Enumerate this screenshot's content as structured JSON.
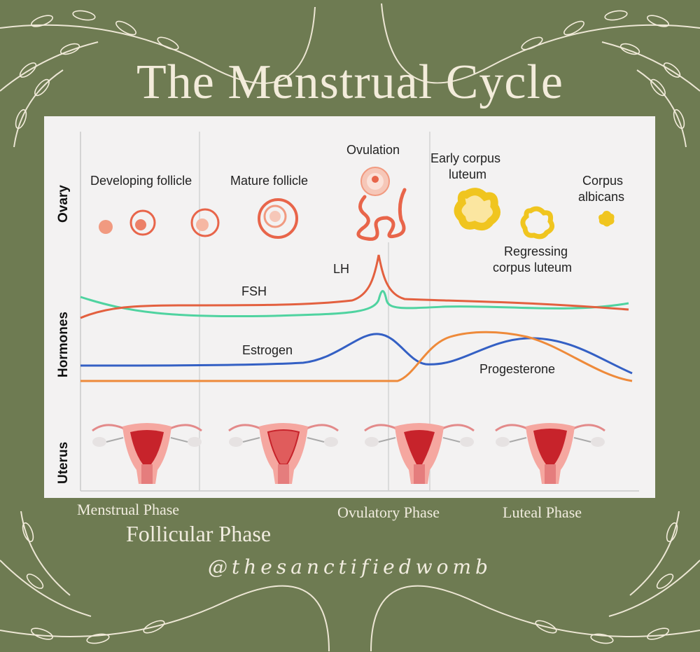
{
  "title": "The Menstrual Cycle",
  "row_labels": {
    "ovary": "Ovary",
    "hormones": "Hormones",
    "uterus": "Uterus"
  },
  "ovary_labels": {
    "developing": "Developing follicle",
    "mature": "Mature follicle",
    "ovulation": "Ovulation",
    "early_corpus_1": "Early corpus",
    "early_corpus_2": "luteum",
    "corpus_albicans_1": "Corpus",
    "corpus_albicans_2": "albicans",
    "regressing_1": "Regressing",
    "regressing_2": "corpus luteum"
  },
  "hormone_labels": {
    "lh": "LH",
    "fsh": "FSH",
    "estrogen": "Estrogen",
    "progesterone": "Progesterone"
  },
  "phases": {
    "menstrual": "Menstrual Phase",
    "follicular": "Follicular Phase",
    "ovulatory": "Ovulatory Phase",
    "luteal": "Luteal Phase"
  },
  "handle": "@thesanctifiedwomb",
  "colors": {
    "background": "#6e7b52",
    "panel": "#f3f2f2",
    "lh": "#e3603f",
    "fsh": "#4fd3a0",
    "estrogen": "#3460c4",
    "progesterone": "#ee8a3a",
    "follicle": "#e8654a",
    "corpus_luteum": "#f0c51f",
    "uterus": "#f08e8e",
    "uterus_dark": "#c7232b"
  }
}
